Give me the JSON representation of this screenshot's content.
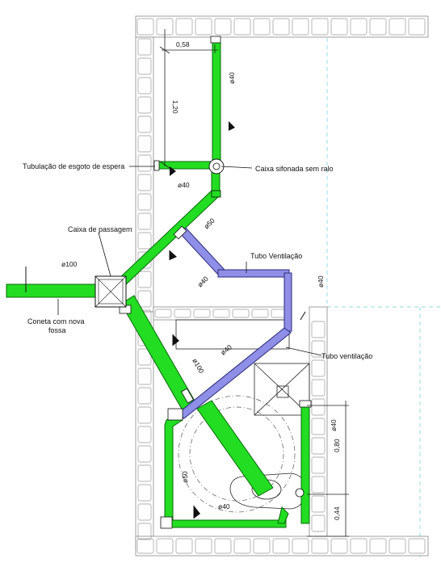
{
  "labels": {
    "tubulacao_espera": "Tubulação de esgoto de espera",
    "caixa_sifonada": "Caixa sifonada sem ralo",
    "caixa_passagem": "Caixa de passagem",
    "tubo_ventilacao_1": "Tubo Ventilação",
    "tubo_ventilacao_2": "Tubo ventilação",
    "coneta_line1": "Coneta com nova",
    "coneta_line2": "fossa"
  },
  "diameters": {
    "d40_vertical_top": "ø40",
    "d40_horizontal_top": "ø40",
    "d50_diag": "ø50",
    "d40_vent_diag": "ø40",
    "d40_vent_vertical": "ø40",
    "d100_main": "ø100",
    "d100_diag": "ø100",
    "d40_long_vent": "ø40",
    "d50_lower": "ø50",
    "d40_bottom": "ø40",
    "d40_right": "ø40"
  },
  "dimensions": {
    "width_top": "0,58",
    "height_top": "1,20",
    "right_upper": "0,80",
    "right_lower": "0,44"
  },
  "colors": {
    "sewer_pipe": "#22dd22",
    "vent_pipe": "#8f8fe8",
    "wall_outline": "#888888",
    "grid_dashed": "#6ccfd9"
  }
}
